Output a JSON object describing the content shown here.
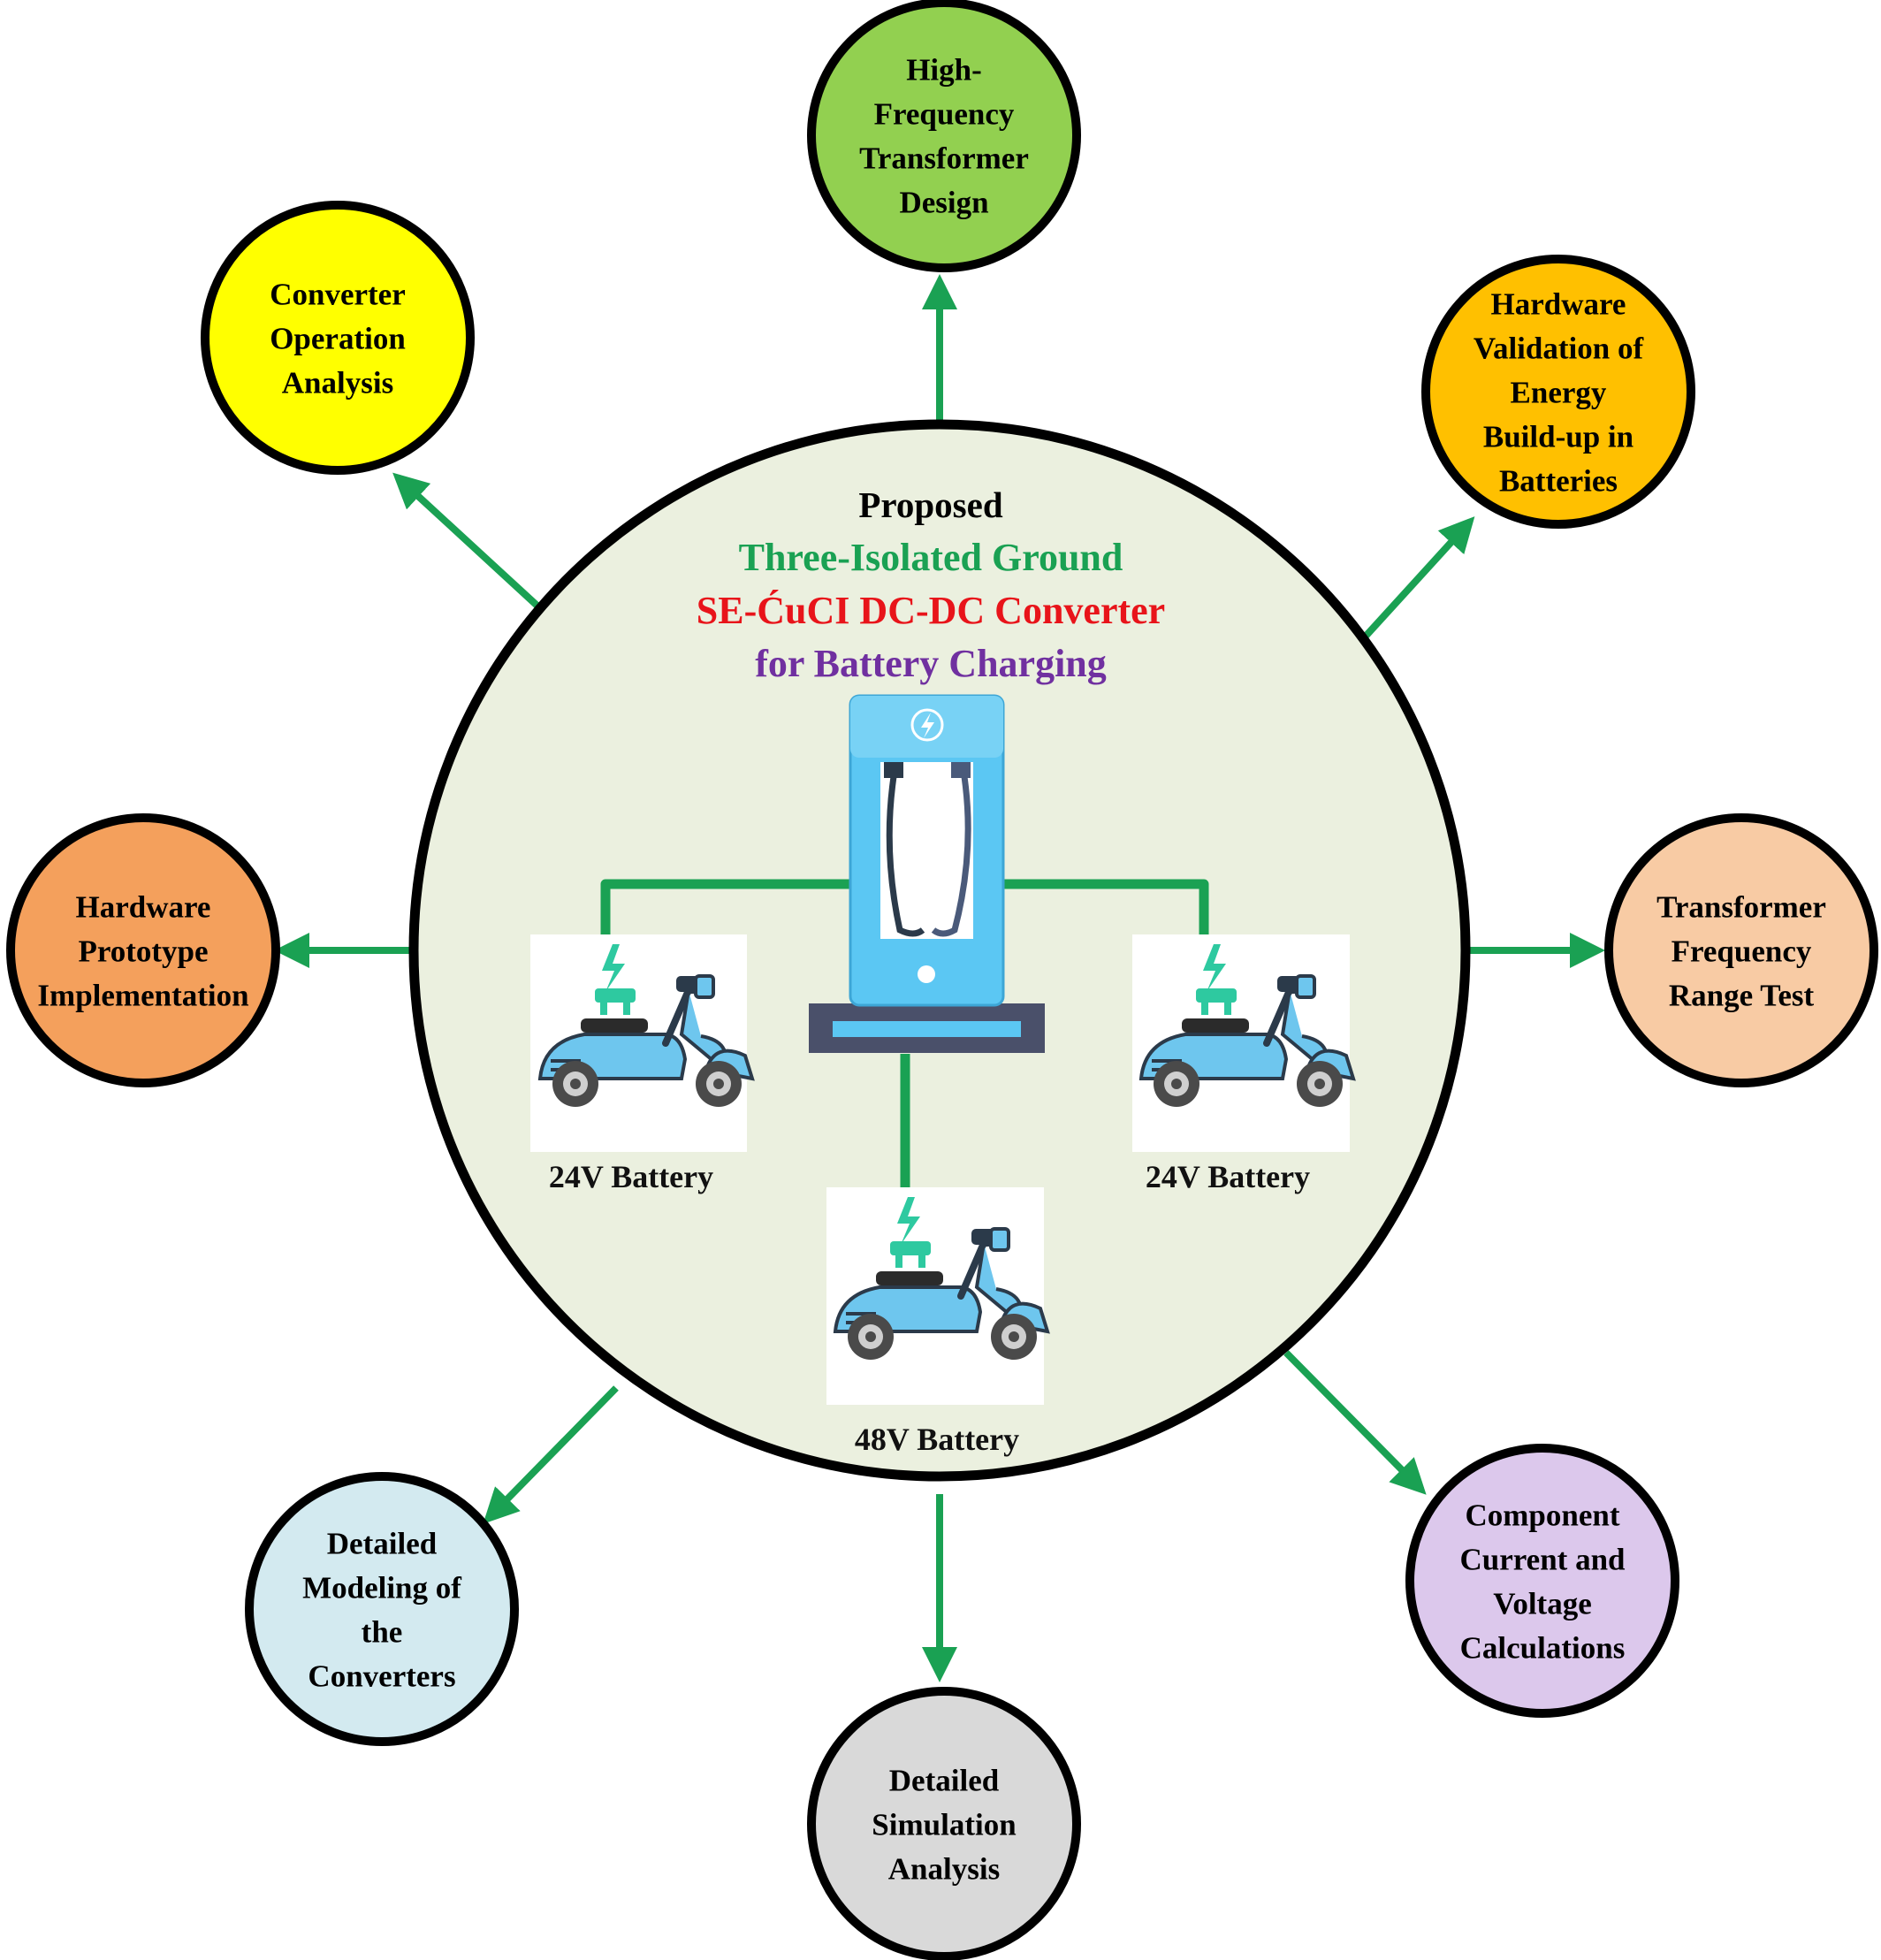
{
  "center": {
    "title": "Proposed",
    "line1": "Three-Isolated Ground",
    "line2": "SE-ĆuCI DC-DC Converter",
    "line3": "for Battery Charging",
    "colors": {
      "fill": "#ebf0df",
      "title": "#000000",
      "line1": "#1aa153",
      "line2": "#e8141a",
      "line3": "#7030a0",
      "connector": "#1aa153"
    }
  },
  "batteries": {
    "left": "24V Battery",
    "right": "24V Battery",
    "bottom": "48V Battery"
  },
  "nodes": [
    {
      "id": "high-frequency-transformer-design",
      "lines": [
        "High-",
        "Frequency",
        "Transformer",
        "Design"
      ],
      "color": "#92d050"
    },
    {
      "id": "hardware-validation",
      "lines": [
        "Hardware",
        "Validation of",
        "Energy",
        "Build-up in",
        "Batteries"
      ],
      "color": "#ffc000"
    },
    {
      "id": "transformer-frequency-range-test",
      "lines": [
        "Transformer",
        "Frequency",
        "Range Test"
      ],
      "color": "#f8cba4"
    },
    {
      "id": "component-current-voltage",
      "lines": [
        "Component",
        "Current and",
        "Voltage",
        "Calculations"
      ],
      "color": "#dcc8ec"
    },
    {
      "id": "detailed-simulation-analysis",
      "lines": [
        "Detailed",
        "Simulation",
        "Analysis"
      ],
      "color": "#d9d9d9"
    },
    {
      "id": "detailed-modeling",
      "lines": [
        "Detailed",
        "Modeling of",
        "the",
        "Converters"
      ],
      "color": "#d3eaf0"
    },
    {
      "id": "hardware-prototype",
      "lines": [
        "Hardware",
        "Prototype",
        "Implementation"
      ],
      "color": "#f4a05c"
    },
    {
      "id": "converter-operation-analysis",
      "lines": [
        "Converter",
        "Operation",
        "Analysis"
      ],
      "color": "#ffff00"
    }
  ],
  "icons": {
    "charger": "ev-charging-station-icon",
    "bolt": "lightning-bolt-icon",
    "scooter": "electric-scooter-icon",
    "plug": "charging-plug-icon"
  }
}
